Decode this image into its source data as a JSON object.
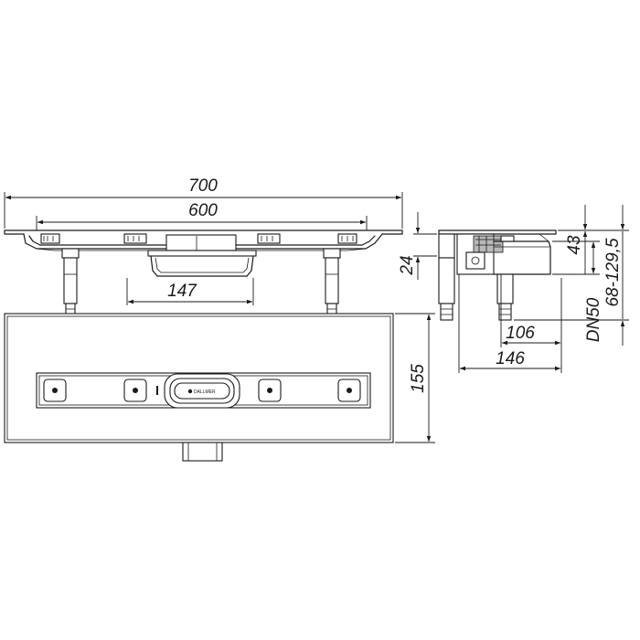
{
  "dimensions": {
    "overall_length": "700",
    "inner_length": "600",
    "center_width": "147",
    "plan_width": "155",
    "side_height": "24",
    "side_top_offset": "43",
    "outlet_horizontal": "106",
    "side_overall": "146",
    "outlet_size": "DN50",
    "height_range": "68-129,5"
  },
  "logo": {
    "text": "DALLMER"
  }
}
